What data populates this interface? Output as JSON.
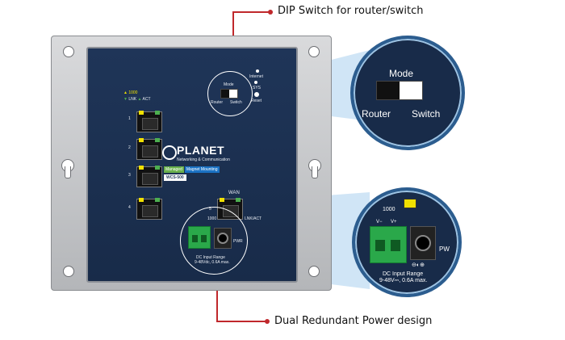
{
  "callouts": {
    "dip_switch": "DIP Switch for router/switch",
    "power": "Dual Redundant Power design"
  },
  "device": {
    "brand": "PLANET",
    "tagline": "Networking & Communication",
    "badge_managed": "Managed",
    "badge_mount": "Magnet Mounting",
    "model": "WCS-500",
    "legend_speed": "1000",
    "legend_lnk": "LNK",
    "legend_act": "ACT",
    "port_numbers": [
      "1",
      "2",
      "3",
      "4"
    ],
    "wan_label": "WAN",
    "wan_port_number": "5",
    "wan_speed": "1000",
    "wan_link": "LNK/ACT",
    "mode_label": "Mode",
    "router_label": "Router",
    "switch_label": "Switch",
    "led_internet": "Internet",
    "led_sys": "SYS",
    "reset_label": "Reset",
    "pwr_label": "PWR",
    "dc_range": "DC Input Range",
    "dc_spec": "9-48Vdc, 0.6A max."
  },
  "zoom_mode": {
    "mode": "Mode",
    "router": "Router",
    "switch": "Switch"
  },
  "zoom_power": {
    "speed": "1000",
    "v_minus": "V−",
    "v_plus": "V+",
    "dc_range": "DC Input Range",
    "dc_spec": "9-48V⎓, 0.6A max.",
    "pwr_cut": "PW"
  },
  "colors": {
    "callout_line": "#c0282c",
    "device_body": "#1f3558",
    "terminal_green": "#2aa84a",
    "zoom_border": "#2c5d8f"
  }
}
